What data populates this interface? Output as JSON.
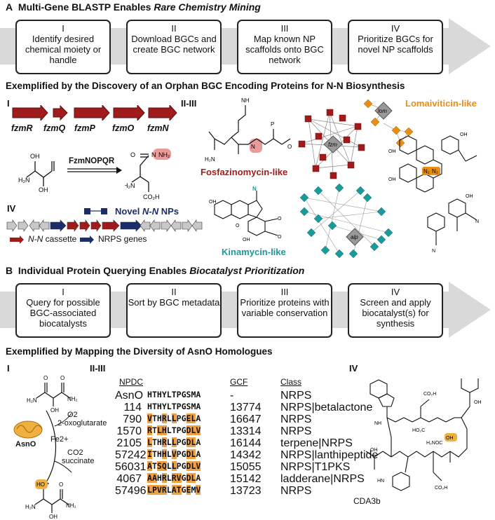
{
  "panel_a": {
    "letter": "A",
    "title_plain": "Multi-Gene BLASTP Enables ",
    "title_italic": "Rare Chemistry Mining",
    "steps": [
      {
        "num": "I",
        "text": "Identify desired chemical moiety or handle"
      },
      {
        "num": "II",
        "text": "Download BGCs and create BGC network"
      },
      {
        "num": "III",
        "text": "Map known NP scaffolds onto BGC network"
      },
      {
        "num": "IV",
        "text": "Prioritize BGCs for novel NP scaffolds"
      }
    ],
    "example_title": "Exemplified by the Discovery of an Orphan BGC Encoding Proteins for N-N Biosynthesis",
    "sub_i": "I",
    "sub_ii_iii": "II-III",
    "sub_iv": "IV",
    "genes": [
      "fzmR",
      "fzmQ",
      "fzmP",
      "fzmO",
      "fzmN"
    ],
    "reaction_enzyme": "FzmNOPQR",
    "fosfazinomycin_label": "Fosfazinomycin-like",
    "lomaiviticin_label": "Lomaiviticin-like",
    "kinamycin_label": "Kinamycin-like",
    "novel_label_pre": "Novel ",
    "novel_label_italic": "N-N",
    "novel_label_post": " NPs",
    "legend_nn": "N-N",
    "legend_nn_post": " cassette",
    "legend_nrps": "NRPS genes",
    "node_fzm": "fzm",
    "node_lom": "lom",
    "node_alp": "alp",
    "colors": {
      "red": "#a01c1c",
      "orange": "#ec8d13",
      "teal": "#1a9a9a",
      "navy": "#1b2d6b"
    }
  },
  "panel_b": {
    "letter": "B",
    "title_plain": "Individual Protein Querying Enables ",
    "title_italic": "Biocatalyst Prioritization",
    "steps": [
      {
        "num": "I",
        "text": "Query for possible BGC-associated biocatalysts"
      },
      {
        "num": "II",
        "text": "Sort by BGC metadata"
      },
      {
        "num": "III",
        "text": "Prioritize proteins with variable conservation"
      },
      {
        "num": "IV",
        "text": "Screen and apply biocatalyst(s) for synthesis"
      }
    ],
    "example_title": "Exemplified by Mapping the Diversity of AsnO Homologues",
    "sub_i": "I",
    "sub_ii_iii": "II-III",
    "sub_iv": "IV",
    "reagents": {
      "o2": "O2",
      "og": "2-oxoglutarate",
      "fe": "Fe2+",
      "co2": "CO2",
      "succ": "succinate",
      "enzyme": "AsnO"
    },
    "cda_label": "CDA3b",
    "table": {
      "headers": {
        "npdc": "NPDC",
        "gcf": "GCF",
        "class": "Class"
      },
      "rows": [
        {
          "npdc": "AsnO",
          "seq": "HTHYLTPGSMA",
          "gcf": "-",
          "cls": "NRPS"
        },
        {
          "npdc": "114",
          "seq": "HTHYLTPGSMA",
          "gcf": "13774",
          "cls": "NRPS|betalactone"
        },
        {
          "npdc": "790",
          "seq": "VTHRLLPGELA",
          "gcf": "16647",
          "cls": "NRPS"
        },
        {
          "npdc": "1570",
          "seq": "RTLHLTPGDLV",
          "gcf": "13314",
          "cls": "NRPS"
        },
        {
          "npdc": "2105",
          "seq": "LTHRLLPGDLA",
          "gcf": "16144",
          "cls": "terpene|NRPS"
        },
        {
          "npdc": "57242",
          "seq": "ITHHLVPGDLA",
          "gcf": "14342",
          "cls": "NRPS|lanthipeptide"
        },
        {
          "npdc": "56031",
          "seq": "ATSQLLPGDLV",
          "gcf": "15055",
          "cls": "NRPS|T1PKS"
        },
        {
          "npdc": "4067",
          "seq": "AAHRLRVGDLA",
          "gcf": "15142",
          "cls": "ladderane|NRPS"
        },
        {
          "npdc": "57496",
          "seq": "LPVRLATGEMV",
          "gcf": "13723",
          "cls": "NRPS"
        }
      ]
    }
  }
}
